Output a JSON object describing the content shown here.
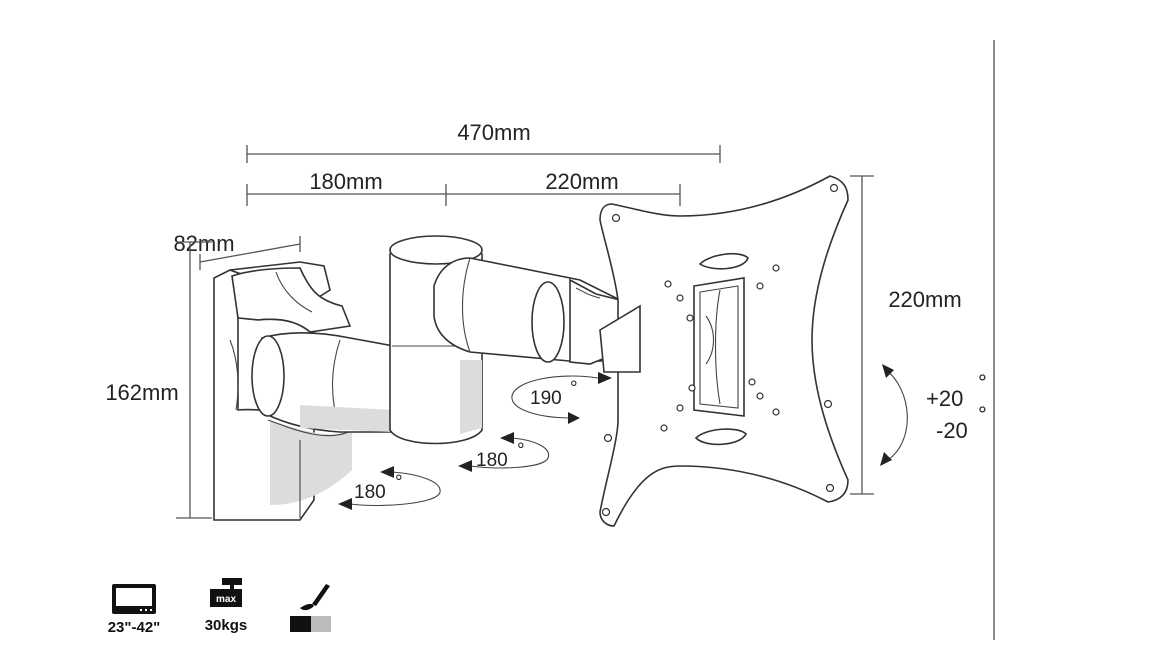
{
  "dimensions": {
    "total_length": "470mm",
    "arm_first": "180mm",
    "arm_second": "220mm",
    "depth": "82mm",
    "wall_plate_height": "162mm",
    "vesa_plate_height": "220mm"
  },
  "rotations": {
    "head_swivel": "190",
    "arm_joint": "180",
    "wall_joint": "180",
    "degree_symbol": "°"
  },
  "tilt": {
    "up": "+20",
    "down": "-20",
    "degree_symbol": "°"
  },
  "icons": {
    "screen_size": "23\"-42\"",
    "max_load": "30kgs",
    "max_badge": "max"
  },
  "colors": {
    "line": "#555555",
    "ink": "#222222",
    "swatch_dark": "#111111",
    "swatch_light": "#bbbbbb"
  }
}
